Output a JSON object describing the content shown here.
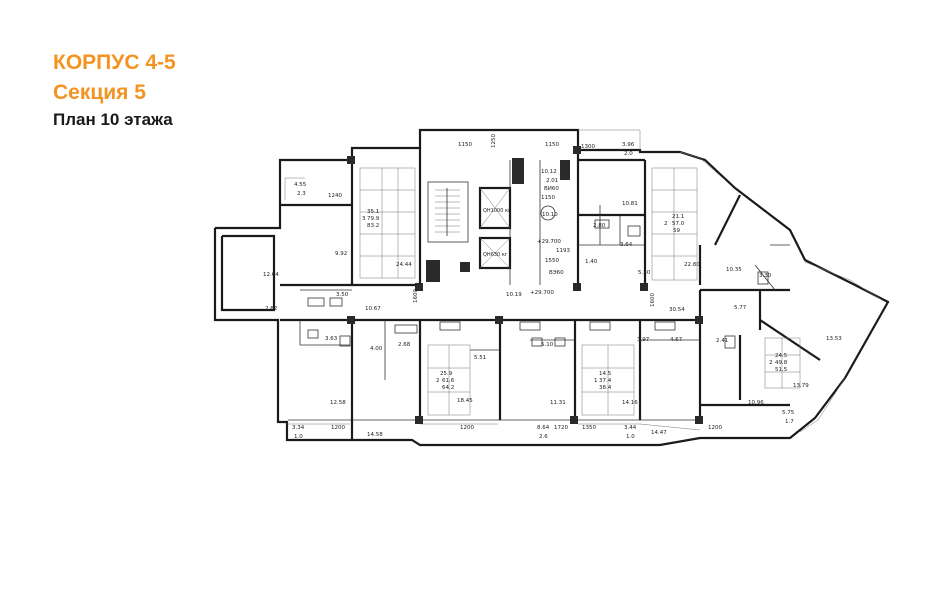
{
  "header": {
    "building": "КОРПУС 4-5",
    "section": "Секция 5",
    "floor_plan": "План 10 этажа"
  },
  "core": {
    "elevator1": "QH1000 кг",
    "elevator2": "QH630 кг",
    "level1": "+29.700",
    "level2": "+29.700",
    "code1": "ВИ60",
    "code2": "ВЭ60"
  },
  "labels": [
    {
      "id": "l01",
      "t": "1150"
    },
    {
      "id": "l02",
      "t": "1250"
    },
    {
      "id": "l03",
      "t": "1150"
    },
    {
      "id": "l04",
      "t": "1300"
    },
    {
      "id": "l05",
      "t": "3.96"
    },
    {
      "id": "l06",
      "t": "2.0"
    },
    {
      "id": "l07",
      "t": "4.55"
    },
    {
      "id": "l08",
      "t": "2.3"
    },
    {
      "id": "l09",
      "t": "1240"
    },
    {
      "id": "l10",
      "t": "35.1"
    },
    {
      "id": "l11",
      "t": "3"
    },
    {
      "id": "l12",
      "t": "79.9"
    },
    {
      "id": "l13",
      "t": "83.2"
    },
    {
      "id": "l14",
      "t": "9.92"
    },
    {
      "id": "l15",
      "t": "24.44"
    },
    {
      "id": "l16",
      "t": "12.64"
    },
    {
      "id": "l17",
      "t": "3.50"
    },
    {
      "id": "l18",
      "t": "2.62"
    },
    {
      "id": "l19",
      "t": "10.67"
    },
    {
      "id": "l20",
      "t": "1600"
    },
    {
      "id": "l21",
      "t": "10.12"
    },
    {
      "id": "l22",
      "t": "2.01"
    },
    {
      "id": "l23",
      "t": "1150"
    },
    {
      "id": "l24",
      "t": "10.10"
    },
    {
      "id": "l25",
      "t": "1193"
    },
    {
      "id": "l26",
      "t": "1550"
    },
    {
      "id": "l27",
      "t": "10.81"
    },
    {
      "id": "l28",
      "t": "2.80"
    },
    {
      "id": "l29",
      "t": "3.64"
    },
    {
      "id": "l30",
      "t": "1.40"
    },
    {
      "id": "l31",
      "t": "5.30"
    },
    {
      "id": "l32",
      "t": "21.1"
    },
    {
      "id": "l33",
      "t": "2"
    },
    {
      "id": "l34",
      "t": "57.0"
    },
    {
      "id": "l35",
      "t": "59"
    },
    {
      "id": "l36",
      "t": "22.80"
    },
    {
      "id": "l37",
      "t": "10.35"
    },
    {
      "id": "l38",
      "t": "3.30"
    },
    {
      "id": "l39",
      "t": "10.19"
    },
    {
      "id": "l40",
      "t": "1600"
    },
    {
      "id": "l41",
      "t": "30.54"
    },
    {
      "id": "l42",
      "t": "5.77"
    },
    {
      "id": "l43",
      "t": "13.53"
    },
    {
      "id": "l44",
      "t": "3.63"
    },
    {
      "id": "l45",
      "t": "4.00"
    },
    {
      "id": "l46",
      "t": "2.68"
    },
    {
      "id": "l47",
      "t": "5.51"
    },
    {
      "id": "l48",
      "t": "5.10"
    },
    {
      "id": "l49",
      "t": "3.97"
    },
    {
      "id": "l50",
      "t": "4.67"
    },
    {
      "id": "l51",
      "t": "2.41"
    },
    {
      "id": "l52",
      "t": "25.9"
    },
    {
      "id": "l53",
      "t": "2"
    },
    {
      "id": "l54",
      "t": "61.6"
    },
    {
      "id": "l55",
      "t": "64.2"
    },
    {
      "id": "l56",
      "t": "14.5"
    },
    {
      "id": "l57",
      "t": "1"
    },
    {
      "id": "l58",
      "t": "37.4"
    },
    {
      "id": "l59",
      "t": "38.4"
    },
    {
      "id": "l60",
      "t": "24.5"
    },
    {
      "id": "l61",
      "t": "2"
    },
    {
      "id": "l62",
      "t": "49.8"
    },
    {
      "id": "l63",
      "t": "51.5"
    },
    {
      "id": "l64",
      "t": "12.58"
    },
    {
      "id": "l65",
      "t": "18.45"
    },
    {
      "id": "l66",
      "t": "11.31"
    },
    {
      "id": "l67",
      "t": "14.16"
    },
    {
      "id": "l68",
      "t": "13.79"
    },
    {
      "id": "l69",
      "t": "10.96"
    },
    {
      "id": "l70",
      "t": "5.75"
    },
    {
      "id": "l71",
      "t": "1.7"
    },
    {
      "id": "l72",
      "t": "3.34"
    },
    {
      "id": "l73",
      "t": "1.0"
    },
    {
      "id": "l74",
      "t": "1200"
    },
    {
      "id": "l75",
      "t": "14.58"
    },
    {
      "id": "l76",
      "t": "1200"
    },
    {
      "id": "l77",
      "t": "8.64"
    },
    {
      "id": "l78",
      "t": "1720"
    },
    {
      "id": "l79",
      "t": "2.6"
    },
    {
      "id": "l80",
      "t": "1350"
    },
    {
      "id": "l81",
      "t": "3.44"
    },
    {
      "id": "l82",
      "t": "1.0"
    },
    {
      "id": "l83",
      "t": "14.47"
    },
    {
      "id": "l84",
      "t": "1200"
    }
  ]
}
